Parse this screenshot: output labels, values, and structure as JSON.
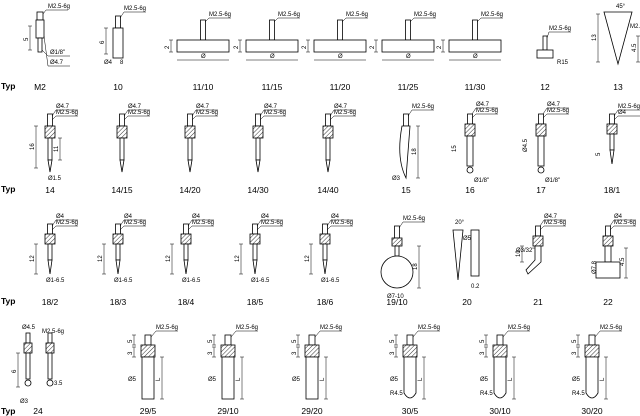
{
  "typ_label": "Typ",
  "rows": [
    {
      "items": [
        {
          "label": "M2",
          "kind": "m2",
          "notes": [
            "M2.5-6g",
            "5",
            "Ø1/8\"",
            "Ø4.7"
          ]
        },
        {
          "label": "10",
          "kind": "short",
          "notes": [
            "M2.5-6g",
            "6",
            "Ø4",
            "8"
          ]
        },
        {
          "label": "11/10",
          "kind": "disc",
          "notes": [
            "M2.5-6g",
            "2",
            "Ø"
          ]
        },
        {
          "label": "11/15",
          "kind": "disc",
          "notes": [
            "M2.5-6g",
            "2",
            "Ø"
          ]
        },
        {
          "label": "11/20",
          "kind": "disc",
          "notes": [
            "M2.5-6g",
            "2",
            "Ø"
          ]
        },
        {
          "label": "11/25",
          "kind": "disc",
          "notes": [
            "M2.5-6g",
            "2",
            "Ø"
          ]
        },
        {
          "label": "11/30",
          "kind": "disc",
          "notes": [
            "M2.5-6g",
            "2",
            "Ø"
          ]
        },
        {
          "label": "12",
          "kind": "small",
          "notes": [
            "M2.5-6g",
            "R15"
          ]
        },
        {
          "label": "13",
          "kind": "wedge",
          "notes": [
            "45°",
            "13",
            "M2.5-6g",
            "4.5"
          ]
        }
      ]
    },
    {
      "items": [
        {
          "label": "14",
          "kind": "needle",
          "notes": [
            "Ø4.7",
            "M2.5-6g",
            "16",
            "11",
            "Ø1.5"
          ]
        },
        {
          "label": "14/15",
          "kind": "needle",
          "notes": [
            "Ø4.7",
            "M2.5-6g"
          ]
        },
        {
          "label": "14/20",
          "kind": "needle",
          "notes": [
            "Ø4.7",
            "M2.5-6g"
          ]
        },
        {
          "label": "14/30",
          "kind": "needle",
          "notes": [
            "Ø4.7",
            "M2.5-6g"
          ]
        },
        {
          "label": "14/40",
          "kind": "needle",
          "notes": [
            "Ø4.7",
            "M2.5-6g"
          ]
        },
        {
          "label": "15",
          "kind": "curved",
          "notes": [
            "M2.5-6g",
            "18",
            "Ø3"
          ]
        },
        {
          "label": "16",
          "kind": "tall",
          "notes": [
            "Ø4.7",
            "M2.5-6g",
            "15",
            "Ø1/8\""
          ]
        },
        {
          "label": "17",
          "kind": "tall",
          "notes": [
            "Ø4.7",
            "M2.5-6g",
            "Ø4.5",
            "Ø1/8\""
          ]
        },
        {
          "label": "18/1",
          "kind": "probe",
          "notes": [
            "M2.5-6g",
            "Ø4",
            "5"
          ]
        }
      ]
    },
    {
      "items": [
        {
          "label": "18/2",
          "kind": "probe",
          "notes": [
            "Ø4",
            "M2.5-6g",
            "12",
            "Ø1-6.5"
          ]
        },
        {
          "label": "18/3",
          "kind": "probe",
          "notes": [
            "Ø4",
            "M2.5-6g",
            "12",
            "Ø1-6.5"
          ]
        },
        {
          "label": "18/4",
          "kind": "probe",
          "notes": [
            "Ø4",
            "M2.5-6g",
            "12",
            "Ø1-6.5"
          ]
        },
        {
          "label": "18/5",
          "kind": "probe",
          "notes": [
            "Ø4",
            "M2.5-6g",
            "12",
            "Ø1-6.5"
          ]
        },
        {
          "label": "18/6",
          "kind": "probe",
          "notes": [
            "Ø4",
            "M2.5-6g",
            "12",
            "Ø1-6.5"
          ]
        },
        {
          "label": "19/10",
          "kind": "ball",
          "notes": [
            "M2.5-6g",
            "Ø7-10",
            "18"
          ]
        },
        {
          "label": "20",
          "kind": "blade",
          "notes": [
            "20°",
            "Ø5",
            "0.2"
          ]
        },
        {
          "label": "21",
          "kind": "angled",
          "notes": [
            "Ø4.7",
            "M2.5-6g",
            "10",
            "Ø3/32\""
          ]
        },
        {
          "label": "22",
          "kind": "foot",
          "notes": [
            "Ø4",
            "M2.5-6g",
            "Ø7.8",
            "4.5"
          ]
        }
      ]
    },
    {
      "items": [
        {
          "label": "24",
          "kind": "pair",
          "notes": [
            "Ø4.5",
            "M2.5-6g",
            "6",
            "Ø3",
            "3.5"
          ]
        },
        {
          "label": "29/5",
          "kind": "rod",
          "notes": [
            "M2.5-6g",
            "5",
            "3",
            "Ø5",
            "L"
          ]
        },
        {
          "label": "29/10",
          "kind": "rod",
          "notes": [
            "M2.5-6g",
            "5",
            "3",
            "Ø5",
            "L"
          ]
        },
        {
          "label": "29/20",
          "kind": "rod",
          "notes": [
            "M2.5-6g",
            "5",
            "3",
            "Ø5",
            "L"
          ]
        },
        {
          "label": "30/5",
          "kind": "rodr",
          "notes": [
            "M2.5-6g",
            "5",
            "3",
            "Ø5",
            "R4.5",
            "L"
          ]
        },
        {
          "label": "30/10",
          "kind": "rodr",
          "notes": [
            "M2.5-6g",
            "5",
            "3",
            "Ø5",
            "R4.5",
            "L"
          ]
        },
        {
          "label": "30/20",
          "kind": "rodr",
          "notes": [
            "M2.5-6g",
            "5",
            "3",
            "Ø5",
            "R4.5",
            "L"
          ]
        }
      ]
    }
  ]
}
